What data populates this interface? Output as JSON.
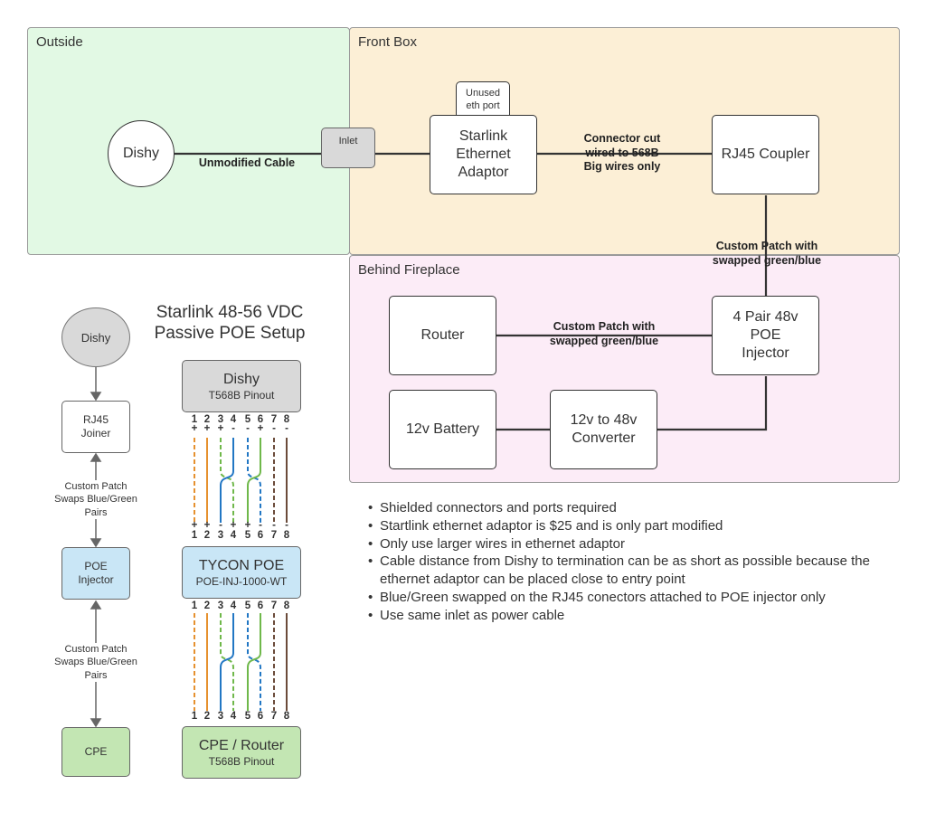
{
  "zones": {
    "outside": "Outside",
    "front_box": "Front Box",
    "behind_fireplace": "Behind Fireplace"
  },
  "nodes": {
    "dishy": "Dishy",
    "inlet": "Inlet",
    "unused_eth_port": "Unused eth port",
    "starlink_adaptor": "Starlink Ethernet Adaptor",
    "rj45_coupler": "RJ45 Coupler",
    "router": "Router",
    "poe_injector": "4 Pair 48v POE Injector",
    "battery": "12v Battery",
    "converter": "12v to 48v Converter"
  },
  "edge_labels": {
    "unmodified_cable": "Unmodified Cable",
    "connector_cut_1": "Connector cut",
    "connector_cut_2": "wired to 568B",
    "connector_cut_3": "Big wires only",
    "patch_a_1": "Custom Patch with",
    "patch_a_2": "swapped green/blue",
    "patch_b_1": "Custom Patch with",
    "patch_b_2": "swapped green/blue"
  },
  "setup": {
    "title_line1": "Starlink 48-56 VDC",
    "title_line2": "Passive POE Setup",
    "chain": {
      "dishy": "Dishy",
      "rj45_joiner": "RJ45 Joiner",
      "patch1": "Custom Patch Swaps Blue/Green Pairs",
      "poe_injector": "POE Injector",
      "patch2": "Custom Patch Swaps Blue/Green Pairs",
      "cpe": "CPE"
    },
    "pinout": {
      "top_title": "Dishy",
      "top_sub": "T568B Pinout",
      "mid_title": "TYCON POE",
      "mid_sub": "POE-INJ-1000-WT",
      "bot_title": "CPE / Router",
      "bot_sub": "T568B Pinout",
      "pin_numbers": [
        "1",
        "2",
        "3",
        "4",
        "5",
        "6",
        "7",
        "8"
      ],
      "polarity_top": [
        "+",
        "+",
        "+",
        "-",
        "-",
        "+",
        "-",
        "-"
      ],
      "polarity_bottom": [
        "+",
        "+",
        "-",
        "+",
        "+",
        "-",
        "-",
        "-"
      ]
    }
  },
  "notes": [
    "Shielded connectors and ports required",
    "Startlink ethernet adaptor is $25 and is only part modified",
    "Only use larger wires in ethernet adaptor",
    "Cable distance from Dishy to termination can be as short as possible because the ethernet adaptor can be placed close to entry point",
    "Blue/Green swapped on the RJ45 conectors attached to POE injector only",
    "Use same inlet as power cable"
  ],
  "colors": {
    "outside_zone": "#e2f9e4",
    "front_zone": "#fcefd6",
    "fireplace_zone": "#fcecf7",
    "gray_box": "#d9d9d9",
    "blue_box": "#c9e6f6",
    "green_box": "#c3e6b3",
    "wire_orange": "#e6912f",
    "wire_green": "#6fb84a",
    "wire_blue": "#2277c4",
    "wire_brown": "#6b4b3a"
  }
}
